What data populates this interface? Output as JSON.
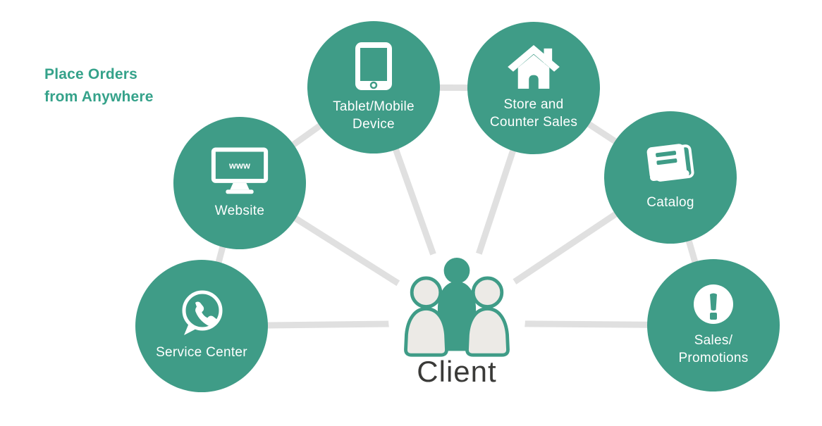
{
  "title": {
    "line1": "Place Orders",
    "line2": "from Anywhere"
  },
  "center": {
    "label": "Client",
    "icon": "people-group-icon"
  },
  "nodes": [
    {
      "id": "website",
      "icon": "monitor-www-icon",
      "monitor_text": "www",
      "lines": [
        "Website"
      ]
    },
    {
      "id": "tablet",
      "icon": "tablet-icon",
      "lines": [
        "Tablet/Mobile",
        "Device"
      ]
    },
    {
      "id": "store",
      "icon": "home-icon",
      "lines": [
        "Store and",
        "Counter Sales"
      ]
    },
    {
      "id": "catalog",
      "icon": "book-icon",
      "lines": [
        "Catalog"
      ]
    },
    {
      "id": "service",
      "icon": "phone-bubble-icon",
      "lines": [
        "Service Center"
      ]
    },
    {
      "id": "sales",
      "icon": "exclamation-icon",
      "lines": [
        "Sales/",
        "Promotions"
      ]
    }
  ],
  "colors": {
    "circle_fill": "#3f9c87",
    "connector_line": "#e0e0e0",
    "title_text": "#35a28a",
    "client_text": "#3a3a38",
    "figure_gray": "#eceae6",
    "icon_white": "#ffffff"
  }
}
